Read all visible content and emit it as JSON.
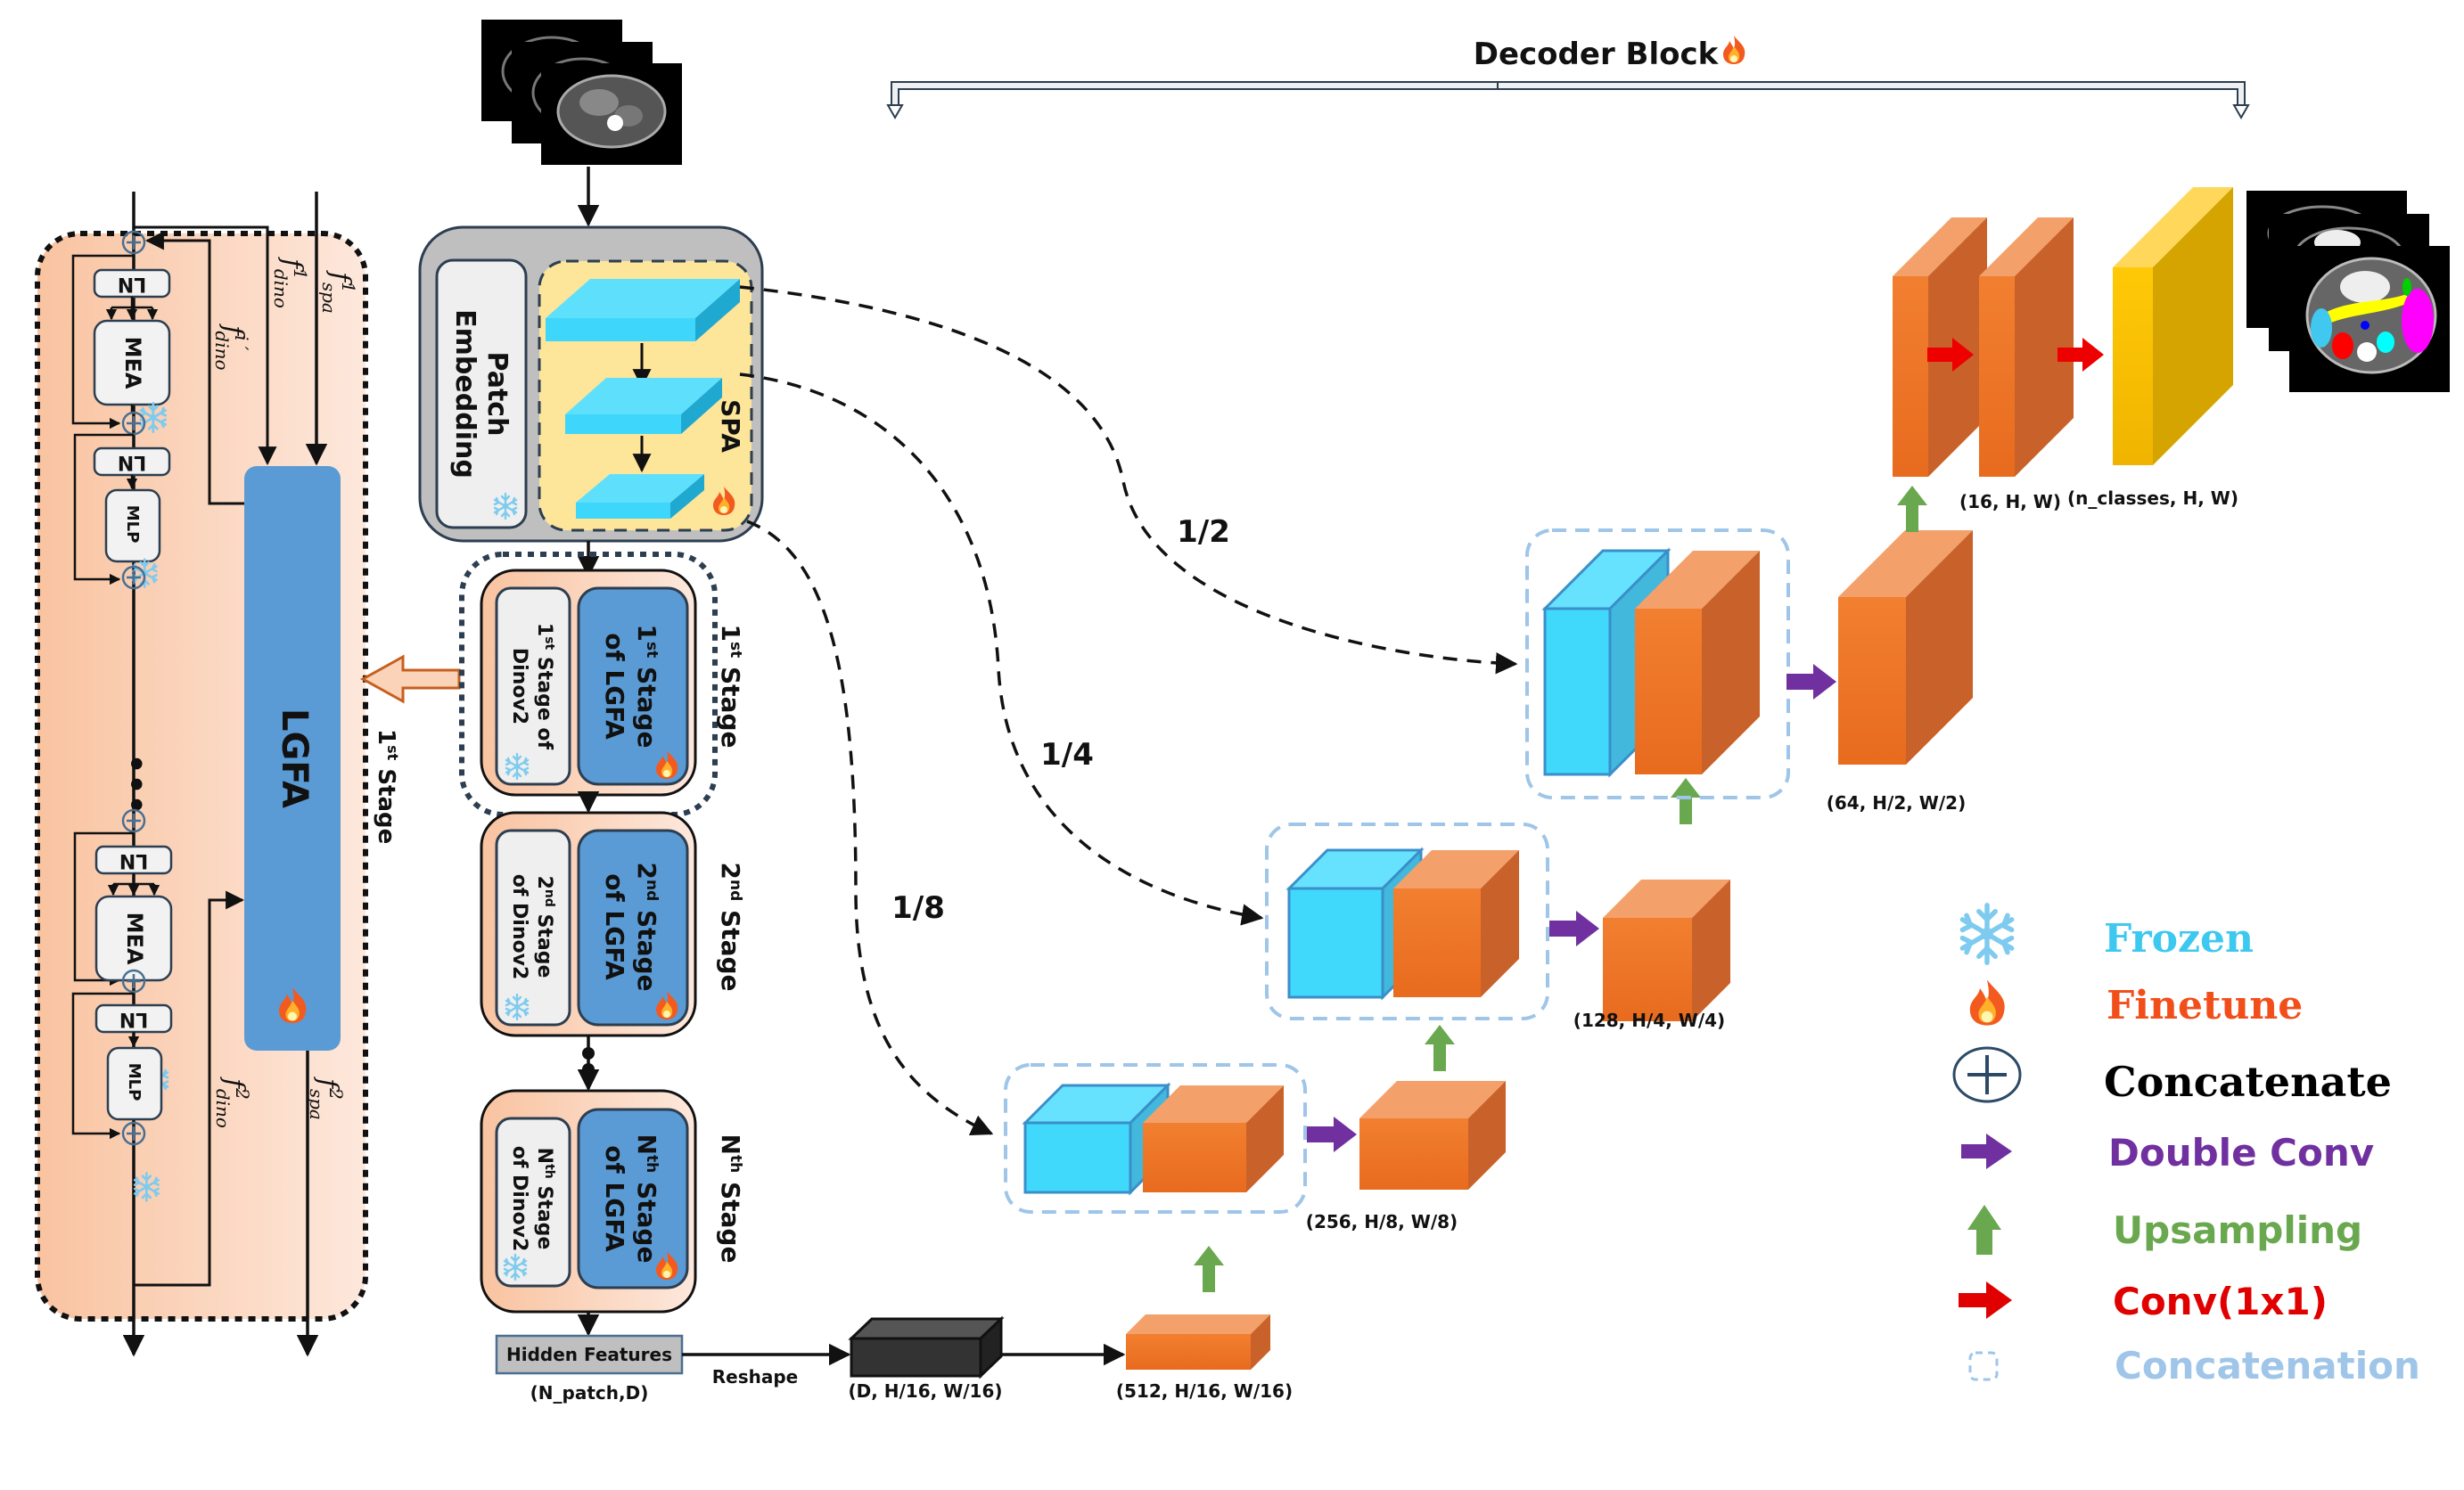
{
  "decoder": {
    "title": "Decoder Block",
    "icon": "fire-icon"
  },
  "lgfa_panel": {
    "main_block": "LGFA",
    "ln": "LN",
    "mea": "MEA",
    "mlp": "MLP",
    "ellipsis": "•••",
    "arrow_label": "1st Stage",
    "f_spa_1": "f",
    "f_spa_1_sup": "1",
    "f_spa_1_sub": "spa",
    "f_dino_1": "f",
    "f_dino_1_sup": "1",
    "f_dino_1_sub": "dino",
    "f_dino_i": "f",
    "f_dino_i_sup": "i ′",
    "f_dino_i_sub": "dino",
    "f_dino_2": "f",
    "f_dino_2_sup": "2",
    "f_dino_2_sub": "dino",
    "f_spa_2": "f",
    "f_spa_2_sup": "2",
    "f_spa_2_sub": "spa"
  },
  "encoder": {
    "patch_embedding_line1": "Patch",
    "patch_embedding_line2": "Embedding",
    "spa": "SPA",
    "stages": [
      {
        "ord": "1",
        "sup": "st",
        "lgfa_l1": "Stage",
        "lgfa_l2": "of LGFA",
        "dino_l1": "Stage of",
        "dino_l2": "Dinov2",
        "side": "Stage"
      },
      {
        "ord": "2",
        "sup": "nd",
        "lgfa_l1": "Stage",
        "lgfa_l2": "of LGFA",
        "dino_l1": "Stage",
        "dino_l2": "of Dinov2",
        "side": "Stage"
      },
      {
        "ord": "N",
        "sup": "th",
        "lgfa_l1": "Stage",
        "lgfa_l2": "of LGFA",
        "dino_l1": "Stage",
        "dino_l2": "of Dinov2",
        "side": "Stage"
      }
    ],
    "hidden_features": "Hidden Features",
    "hidden_shape": "(N_patch,D)",
    "reshape": "Reshape",
    "reshaped_shape": "(D, H/16, W/16)"
  },
  "skip_labels": [
    "1/2",
    "1/4",
    "1/8"
  ],
  "decoder_shapes": {
    "s16": "(512, H/16, W/16)",
    "s8": "(256, H/8, W/8)",
    "s4": "(128, H/4, W/4)",
    "s2": "(64, H/2, W/2)",
    "s1": "(16, H, W)",
    "out": "(n_classes, H, W)"
  },
  "legend": [
    {
      "icon": "snowflake-icon",
      "label": "Frozen",
      "color": "#3dc8f0"
    },
    {
      "icon": "fire-icon",
      "label": "Finetune",
      "color": "#f24e1a"
    },
    {
      "icon": "circle-plus-icon",
      "label": "Concatenate",
      "color": "#000000"
    },
    {
      "icon": "purple-arrow-icon",
      "label": "Double Conv",
      "color": "#7030a0"
    },
    {
      "icon": "green-up-arrow-icon",
      "label": "Upsampling",
      "color": "#6aa84f"
    },
    {
      "icon": "red-arrow-icon",
      "label": "Conv(1x1)",
      "color": "#e00000"
    },
    {
      "icon": "dashed-box-icon",
      "label": "Concatenation",
      "color": "#9fc5e8"
    }
  ],
  "colors": {
    "frozen_cyan": "#40d8fb",
    "finetune_orange": "#ef7a2b",
    "lgfa_blue": "#5b9bd5",
    "panel_peach": "#fbd3b8",
    "spa_yellow": "#fde59a",
    "output_gold": "#f6c200"
  }
}
